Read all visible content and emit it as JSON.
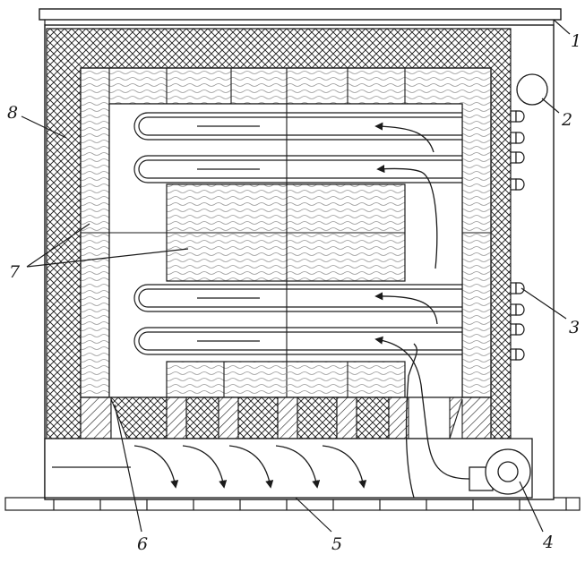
{
  "labels": [
    {
      "id": "cover-plate",
      "text": "1"
    },
    {
      "id": "gauge",
      "text": "2"
    },
    {
      "id": "terminals",
      "text": "3"
    },
    {
      "id": "fan",
      "text": "4"
    },
    {
      "id": "air-duct",
      "text": "5"
    },
    {
      "id": "burner-block",
      "text": "6"
    },
    {
      "id": "refractory-lining",
      "text": "7"
    },
    {
      "id": "insulation",
      "text": "8"
    }
  ],
  "colors": {
    "line": "#1a1a1a",
    "fill": "#ffffff"
  }
}
